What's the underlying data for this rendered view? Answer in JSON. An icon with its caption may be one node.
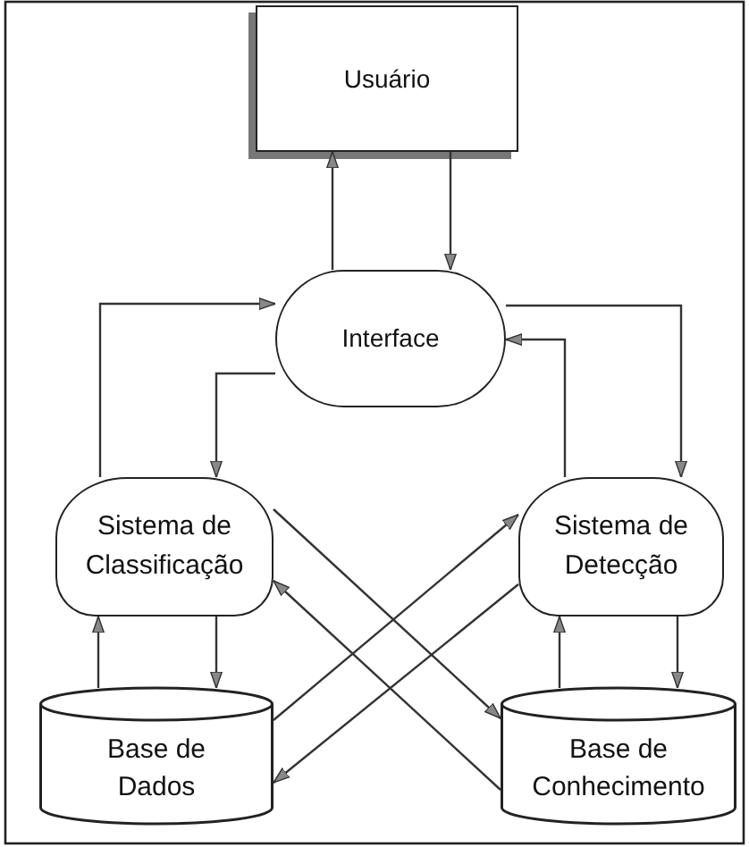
{
  "diagram": {
    "nodes": [
      {
        "text": [
          "Usuário"
        ]
      },
      {
        "text": [
          "Interface"
        ]
      },
      {
        "text": [
          "Sistema de Classificação"
        ]
      },
      {
        "text": [
          "Sistema de Detecção"
        ]
      },
      {
        "text": [
          "Base de Dados"
        ]
      },
      {
        "text": [
          "Base de Conhecimento"
        ]
      }
    ],
    "edges": [
      {
        "from": 1,
        "to": 0,
        "arrow": "to"
      },
      {
        "from": 0,
        "to": 1,
        "arrow": "to"
      },
      {
        "from": 2,
        "to": 1,
        "arrow": "to"
      },
      {
        "from": 1,
        "to": 2,
        "arrow": "to"
      },
      {
        "from": 1,
        "to": 3,
        "arrow": "to"
      },
      {
        "from": 3,
        "to": 1,
        "arrow": "to"
      },
      {
        "from": 4,
        "to": 2,
        "arrow": "to"
      },
      {
        "from": 2,
        "to": 4,
        "arrow": "to"
      },
      {
        "from": 5,
        "to": 3,
        "arrow": "to"
      },
      {
        "from": 3,
        "to": 5,
        "arrow": "to"
      },
      {
        "from": 4,
        "to": 3,
        "arrow": "to"
      },
      {
        "from": 3,
        "to": 4,
        "arrow": "to"
      },
      {
        "from": 2,
        "to": 5,
        "arrow": "to"
      },
      {
        "from": 5,
        "to": 2,
        "arrow": "to"
      }
    ]
  }
}
